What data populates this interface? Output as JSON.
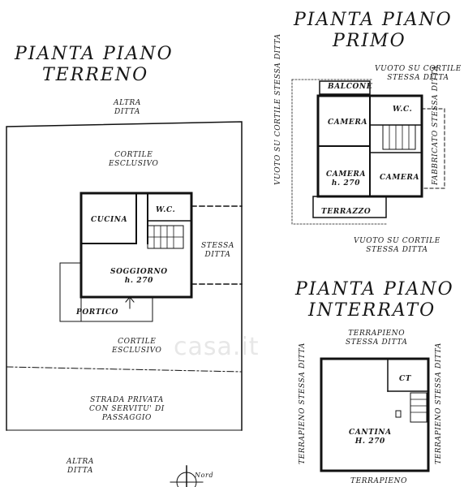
{
  "ground_floor": {
    "title_line1": "PIANTA PIANO",
    "title_line2": "TERRENO",
    "top_neighbor": [
      "ALTRA",
      "DITTA"
    ],
    "courtyard_top": [
      "CORTILE",
      "ESCLUSIVO"
    ],
    "kitchen": "CUCINA",
    "wc": "W.C.",
    "living_room": [
      "SOGGIORNO",
      "h. 270"
    ],
    "same_firm": [
      "STESSA",
      "DITTA"
    ],
    "porch": "PORTICO",
    "courtyard_bottom": [
      "CORTILE",
      "ESCLUSIVO"
    ],
    "private_road": [
      "STRADA PRIVATA",
      "CON SERVITU' DI",
      "PASSAGGIO"
    ],
    "bottom_neighbor": [
      "ALTRA",
      "DITTA"
    ],
    "north_label": "Nord"
  },
  "first_floor": {
    "title_line1": "PIANTA PIANO",
    "title_line2": "PRIMO",
    "void_left": "VUOTO SU CORTILE STESSA DITTA",
    "void_top": [
      "VUOTO SU CORTILE",
      "STESSA DITTA"
    ],
    "balcony": "BALCONE",
    "bedroom_1": "CAMERA",
    "wc": "W.C.",
    "bedroom_2": [
      "CAMERA",
      "h. 270"
    ],
    "bedroom_3": "CAMERA",
    "building_right": "FABBRICATO STESSA DITTA",
    "terrace": "TERRAZZO",
    "void_bottom": [
      "VUOTO SU CORTILE",
      "STESSA DITTA"
    ]
  },
  "basement": {
    "title_line1": "PIANTA PIANO",
    "title_line2": "INTERRATO",
    "embankment_top": [
      "TERRAPIENO",
      "STESSA DITTA"
    ],
    "embankment_left": "TERRAPIENO STESSA DITTA",
    "embankment_right": "TERRAPIENO STESSA DITTA",
    "ct": "CT",
    "cellar": [
      "CANTINA",
      "H. 270"
    ],
    "embankment_bottom": "TERRAPIENO"
  },
  "watermark": "casa.it",
  "colors": {
    "ink": "#111111",
    "paper": "#ffffff"
  }
}
